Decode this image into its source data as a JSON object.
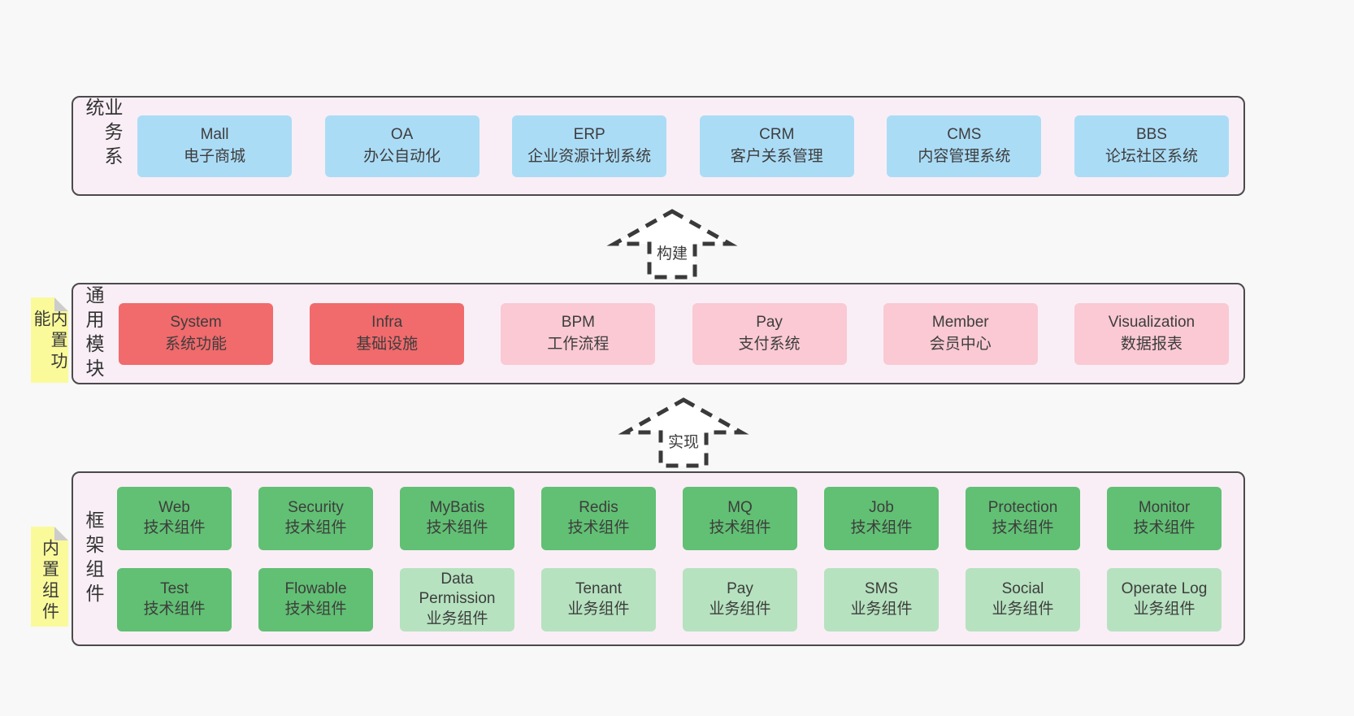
{
  "diagram": {
    "colors": {
      "page_bg": "#f8f8f8",
      "band_bg": "#f9eef6",
      "band_border": "#4a4a4a",
      "blue": "#abdcf6",
      "red": "#f16a6c",
      "pink": "#fac9d3",
      "green": "#61c073",
      "lightgreen": "#b6e2bf",
      "sticky_yellow": "#fafa9b",
      "fold_gray": "#cccccc",
      "text": "#3d3d3d"
    },
    "stickies": [
      {
        "label": "内置功能"
      },
      {
        "label": "内置组件"
      }
    ],
    "arrows": [
      {
        "label": "构建"
      },
      {
        "label": "实现"
      }
    ],
    "bands": [
      {
        "label": "业务系统",
        "rows": [
          [
            {
              "name": "Mall",
              "desc": "电子商城",
              "variant": "blue"
            },
            {
              "name": "OA",
              "desc": "办公自动化",
              "variant": "blue"
            },
            {
              "name": "ERP",
              "desc": "企业资源计划系统",
              "variant": "blue"
            },
            {
              "name": "CRM",
              "desc": "客户关系管理",
              "variant": "blue"
            },
            {
              "name": "CMS",
              "desc": "内容管理系统",
              "variant": "blue"
            },
            {
              "name": "BBS",
              "desc": "论坛社区系统",
              "variant": "blue"
            }
          ]
        ]
      },
      {
        "label": "通用模块",
        "rows": [
          [
            {
              "name": "System",
              "desc": "系统功能",
              "variant": "red"
            },
            {
              "name": "Infra",
              "desc": "基础设施",
              "variant": "red"
            },
            {
              "name": "BPM",
              "desc": "工作流程",
              "variant": "pink"
            },
            {
              "name": "Pay",
              "desc": "支付系统",
              "variant": "pink"
            },
            {
              "name": "Member",
              "desc": "会员中心",
              "variant": "pink"
            },
            {
              "name": "Visualization",
              "desc": "数据报表",
              "variant": "pink"
            }
          ]
        ]
      },
      {
        "label": "框架组件",
        "rows": [
          [
            {
              "name": "Web",
              "desc": "技术组件",
              "variant": "green"
            },
            {
              "name": "Security",
              "desc": "技术组件",
              "variant": "green"
            },
            {
              "name": "MyBatis",
              "desc": "技术组件",
              "variant": "green"
            },
            {
              "name": "Redis",
              "desc": "技术组件",
              "variant": "green"
            },
            {
              "name": "MQ",
              "desc": "技术组件",
              "variant": "green"
            },
            {
              "name": "Job",
              "desc": "技术组件",
              "variant": "green"
            },
            {
              "name": "Protection",
              "desc": "技术组件",
              "variant": "green"
            },
            {
              "name": "Monitor",
              "desc": "技术组件",
              "variant": "green"
            }
          ],
          [
            {
              "name": "Test",
              "desc": "技术组件",
              "variant": "green"
            },
            {
              "name": "Flowable",
              "desc": "技术组件",
              "variant": "green"
            },
            {
              "name": "Data Permission",
              "desc": "业务组件",
              "variant": "lightgreen"
            },
            {
              "name": "Tenant",
              "desc": "业务组件",
              "variant": "lightgreen"
            },
            {
              "name": "Pay",
              "desc": "业务组件",
              "variant": "lightgreen"
            },
            {
              "name": "SMS",
              "desc": "业务组件",
              "variant": "lightgreen"
            },
            {
              "name": "Social",
              "desc": "业务组件",
              "variant": "lightgreen"
            },
            {
              "name": "Operate Log",
              "desc": "业务组件",
              "variant": "lightgreen"
            }
          ]
        ]
      }
    ]
  }
}
